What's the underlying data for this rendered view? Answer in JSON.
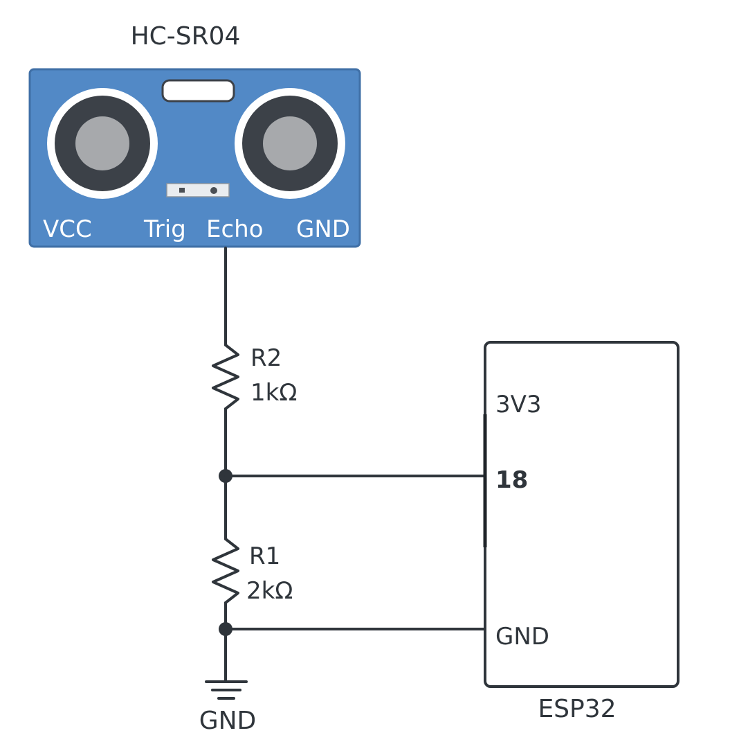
{
  "sensor": {
    "title": "HC-SR04",
    "board_color": "#5289c6",
    "pins": {
      "vcc": "VCC",
      "trig": "Trig",
      "echo": "Echo",
      "gnd": "GND"
    }
  },
  "resistors": {
    "r2": {
      "name": "R2",
      "value": "1kΩ"
    },
    "r1": {
      "name": "R1",
      "value": "2kΩ"
    }
  },
  "ground": {
    "label": "GND"
  },
  "esp32": {
    "title": "ESP32",
    "pins": {
      "v33": "3V3",
      "gpio": "18",
      "gnd": "GND"
    }
  },
  "colors": {
    "wire": "#2f353b",
    "transducer_ring": "#3c4148",
    "transducer_center": "#a7a9ac"
  }
}
